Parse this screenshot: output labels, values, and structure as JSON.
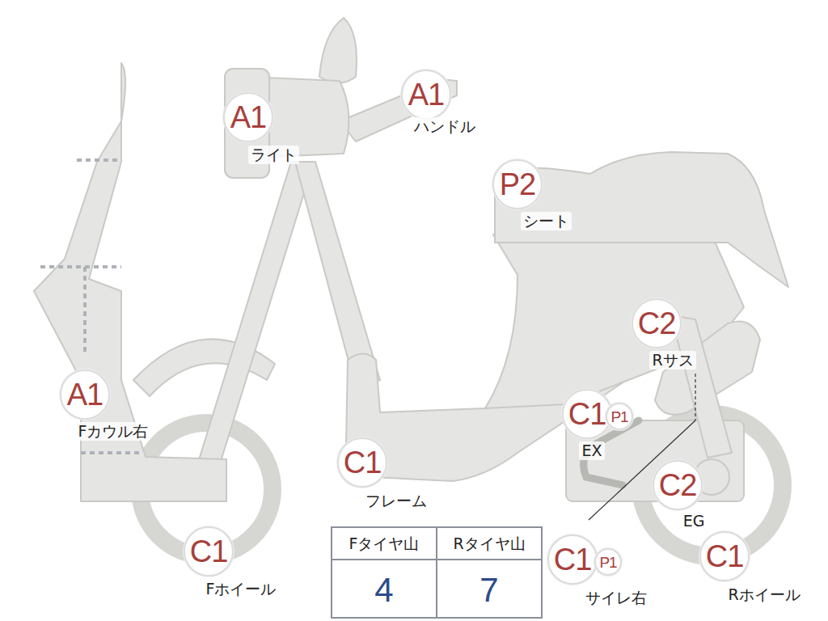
{
  "diagram": {
    "nodes": [
      {
        "text": [
          "A1",
          "ライト"
        ]
      },
      {
        "text": [
          "A1",
          "ハンドル"
        ]
      },
      {
        "text": [
          "P2",
          "シート"
        ]
      },
      {
        "text": [
          "C2",
          "Rサス"
        ]
      },
      {
        "text": [
          "C1",
          "EX"
        ]
      },
      {
        "text": [
          "P1"
        ]
      },
      {
        "text": [
          "A1",
          "Fカウル右"
        ]
      },
      {
        "text": [
          "C1",
          "フレーム"
        ]
      },
      {
        "text": [
          "C2",
          "EG"
        ]
      },
      {
        "text": [
          "C1",
          "Fホイール"
        ]
      },
      {
        "text": [
          "C1",
          "サイレ右"
        ]
      },
      {
        "text": [
          "P1"
        ]
      },
      {
        "text": [
          "C1",
          "Rホイール"
        ]
      }
    ],
    "edges": [],
    "labels": [
      "Fタイヤ山",
      "Rタイヤ山",
      "4",
      "7"
    ]
  }
}
